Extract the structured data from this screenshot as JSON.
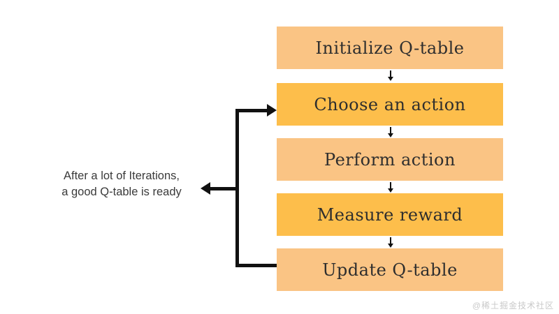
{
  "diagram": {
    "steps": [
      {
        "label": "Initialize Q-table",
        "variant": "light"
      },
      {
        "label": "Choose an action",
        "variant": "dark"
      },
      {
        "label": "Perform action",
        "variant": "light"
      },
      {
        "label": "Measure reward",
        "variant": "dark"
      },
      {
        "label": "Update Q-table",
        "variant": "light"
      }
    ],
    "caption": {
      "line1": "After a lot of Iterations,",
      "line2": "a good Q-table is ready"
    },
    "colors": {
      "background": "#FFFFFF",
      "box_light": "#FAC484",
      "box_dark": "#FDBE4B",
      "arrow": "#111111",
      "text": "#2E2E2E",
      "caption_text": "#3A3A3A",
      "watermark": "#C9C9C9"
    }
  },
  "watermark": {
    "text": "@稀土掘金技术社区"
  }
}
